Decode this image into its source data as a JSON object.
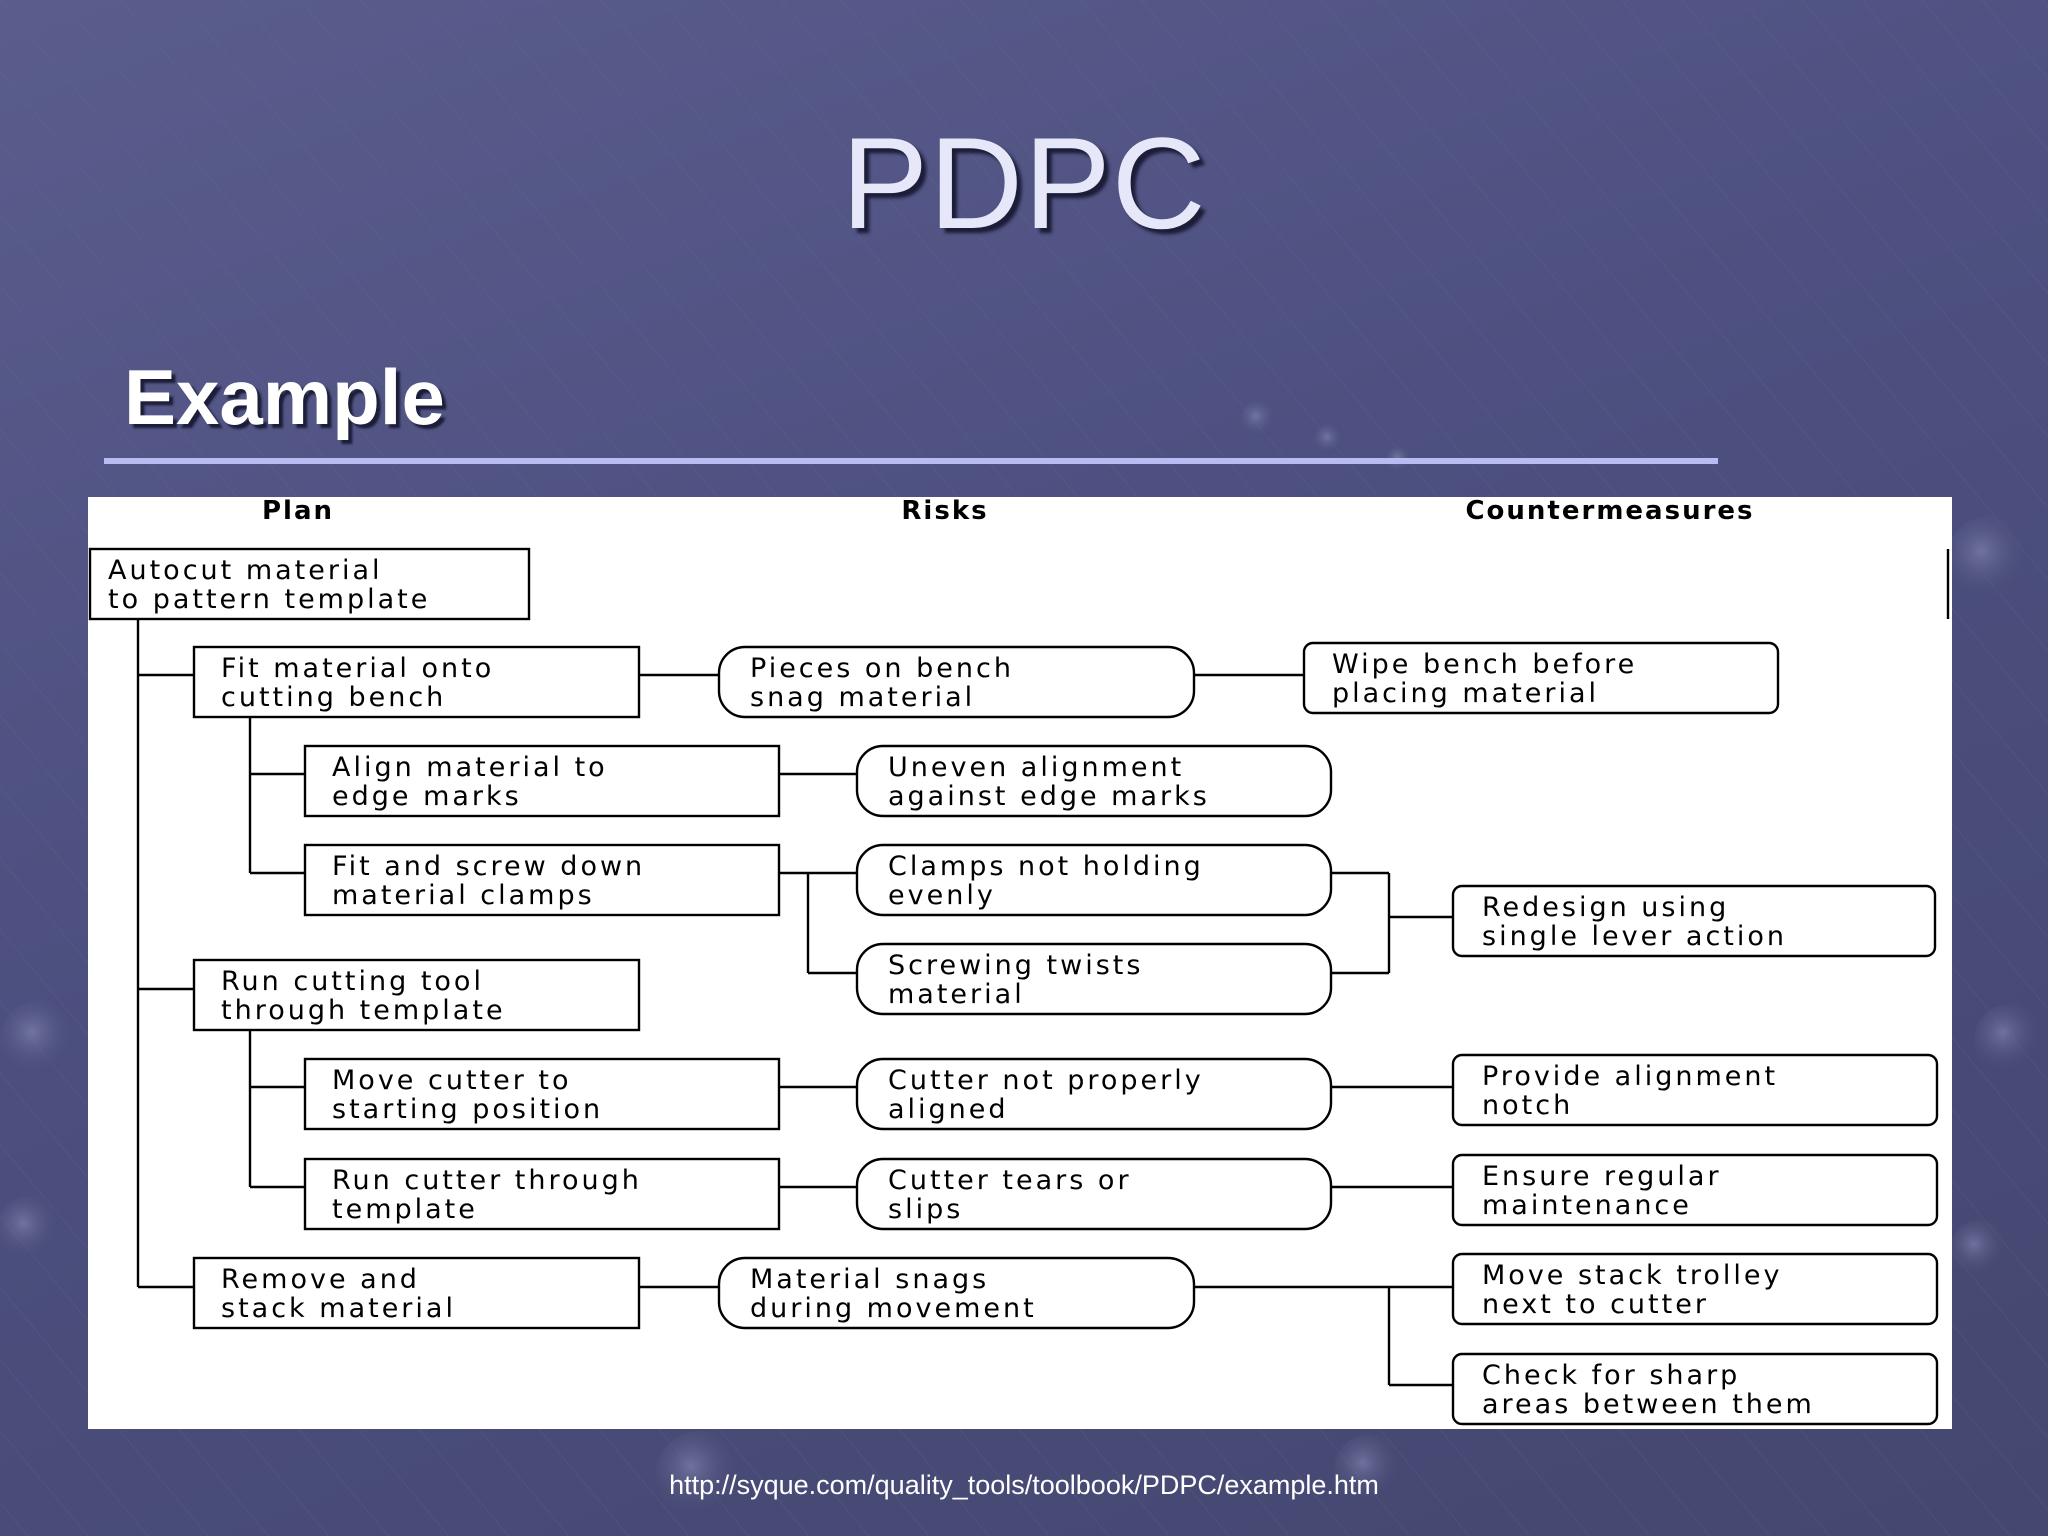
{
  "slide": {
    "title": "PDPC",
    "heading": "Example",
    "source_url": "http://syque.com/quality_tools/toolbook/PDPC/example.htm"
  },
  "colors": {
    "background": "#4d5080",
    "title_text": "#e6e7f8",
    "rule": "#b8bcf2",
    "panel": "#ffffff"
  },
  "diagram": {
    "columns": {
      "plan": "Plan",
      "risks": "Risks",
      "countermeasures": "Countermeasures"
    },
    "plan": {
      "root": [
        "Autocut material",
        "to pattern template"
      ],
      "fit_material": [
        "Fit material onto",
        "cutting bench"
      ],
      "align_material": [
        "Align material  to",
        "edge marks"
      ],
      "fit_clamps": [
        "Fit and screw down",
        "material clamps"
      ],
      "run_tool": [
        "Run cutting tool",
        "through template"
      ],
      "move_cutter": [
        "Move cutter to",
        "starting position"
      ],
      "run_cutter": [
        "Run cutter through",
        "template"
      ],
      "remove_stack": [
        "Remove and",
        "stack material"
      ]
    },
    "risks": {
      "pieces_snag": [
        "Pieces on bench",
        "snag material"
      ],
      "uneven_alignment": [
        "Uneven alignment",
        "against edge marks"
      ],
      "clamps_uneven": [
        "Clamps not holding",
        "evenly"
      ],
      "screwing_twists": [
        "Screwing twists",
        "material"
      ],
      "cutter_misaligned": [
        "Cutter not properly",
        "aligned"
      ],
      "cutter_tears": [
        "Cutter tears or",
        "slips"
      ],
      "material_snags": [
        "Material snags",
        "during movement"
      ]
    },
    "countermeasures": {
      "wipe_bench": [
        "Wipe bench before",
        "placing material"
      ],
      "redesign_lever": [
        "Redesign using",
        "single lever action"
      ],
      "alignment_notch": [
        "Provide alignment",
        "notch"
      ],
      "maintenance": [
        "Ensure regular",
        "maintenance"
      ],
      "move_trolley": [
        "Move stack trolley",
        "next to cutter"
      ],
      "check_sharp": [
        "Check for sharp",
        "areas between them"
      ]
    }
  }
}
